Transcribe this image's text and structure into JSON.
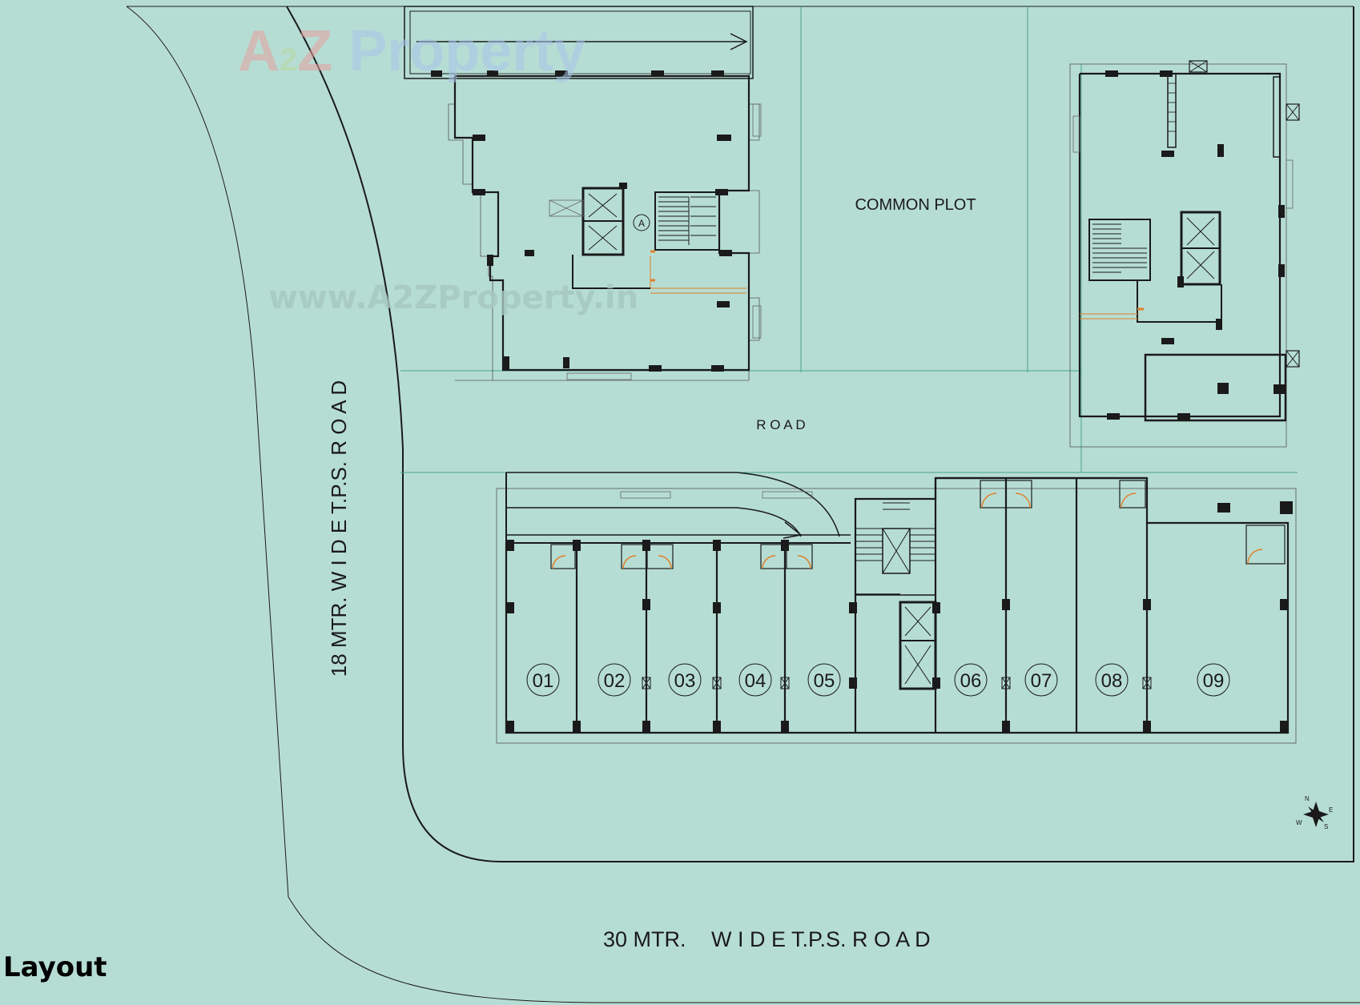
{
  "watermark": {
    "brand_a": "A",
    "brand_2": "2",
    "brand_z": "Z",
    "brand_rest": "Property",
    "url": "www.A2ZProperty.in"
  },
  "labels": {
    "common_plot": "COMMON PLOT",
    "internal_road": "R O A D",
    "side_road": "18 MTR. W I D E T.P.S. R O A D",
    "main_road_prefix": "30 MTR.",
    "main_road_text": "W I D E T.P.S. R O A D",
    "tower_marker": "A",
    "caption": "Layout"
  },
  "shops": [
    "01",
    "02",
    "03",
    "04",
    "05",
    "06",
    "07",
    "08",
    "09"
  ],
  "compass": {
    "n": "N",
    "e": "E",
    "s": "S",
    "w": "W"
  },
  "colors": {
    "background": "#b6ddd3",
    "line": "#1a1a1a",
    "plot_line": "#4aa585",
    "door": "#e0802a",
    "watermark_red": "#e8a0a0",
    "watermark_blue": "#a8c4ea"
  }
}
